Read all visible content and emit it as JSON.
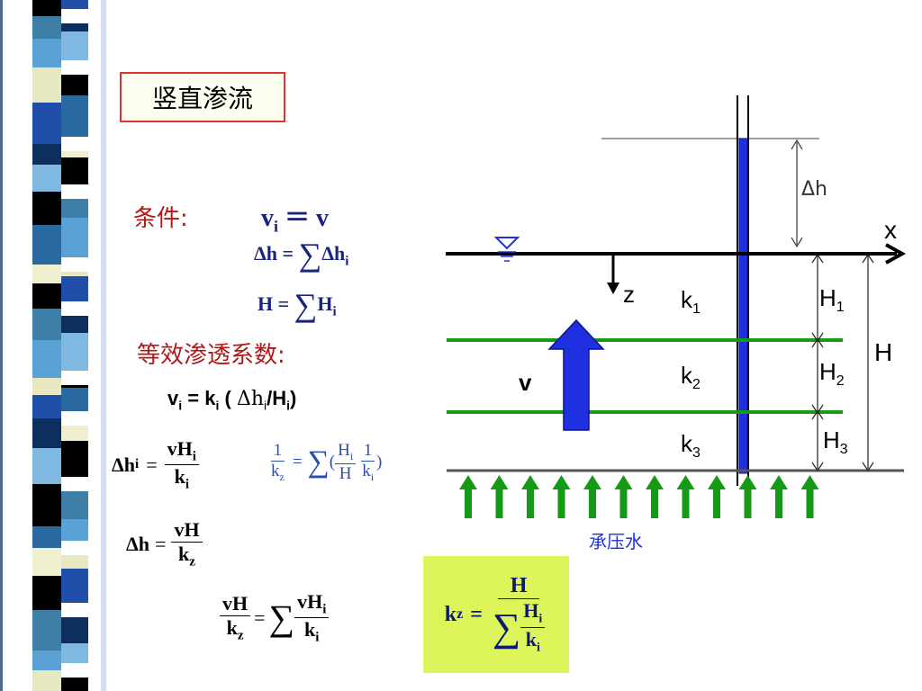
{
  "slide": {
    "title": "竖直渗流",
    "condition_label": "条件:",
    "equivalent_label": "等效渗透系数:",
    "formulas": {
      "f1_lhs": "v",
      "f1_sub": "i",
      "f1_rhs": "＝ v",
      "f2_lhs": "Δh",
      "f2_eq": "=",
      "f2_sum": "∑",
      "f2_rhs": "Δh",
      "f2_sub": "i",
      "f3_lhs": "H",
      "f3_eq": "=",
      "f3_sum": "∑",
      "f3_rhs": "H",
      "f3_sub": "i",
      "f4_v": "v",
      "f4_vsub": "i",
      "f4_eq": "= k",
      "f4_ksub": "i",
      "f4_paren": "(",
      "f4_dh": "Δh",
      "f4_dhsub": "i",
      "f4_slash": "/H",
      "f4_hsub": "i",
      "f4_close": ")",
      "f5_lhs": "Δh",
      "f5_lhs_sub": "i",
      "f5_eq": "=",
      "f5_num": "vH",
      "f5_num_sub": "i",
      "f5_den": "k",
      "f5_den_sub": "i",
      "f6_one": "1",
      "f6_kz": "k",
      "f6_kz_sub": "z",
      "f6_eq": "=",
      "f6_sum": "∑",
      "f6_open": "(",
      "f6_hi": "H",
      "f6_hi_sub": "i",
      "f6_h": "H",
      "f6_one2": "1",
      "f6_ki": "k",
      "f6_ki_sub": "i",
      "f6_close": ")",
      "f7_lhs": "Δh",
      "f7_eq": "=",
      "f7_num": "vH",
      "f7_den": "k",
      "f7_den_sub": "z",
      "f8_num": "vH",
      "f8_den": "k",
      "f8_den_sub": "z",
      "f8_eq": "=",
      "f8_sum": "∑",
      "f8_num2": "vH",
      "f8_num2_sub": "i",
      "f8_den2": "k",
      "f8_den2_sub": "i",
      "f9_lhs": "k",
      "f9_lhs_sub": "z",
      "f9_eq": "=",
      "f9_num": "H",
      "f9_sum": "∑",
      "f9_hi": "H",
      "f9_hi_sub": "i",
      "f9_ki": "k",
      "f9_ki_sub": "i"
    }
  },
  "diagram": {
    "dh_label": "Δh",
    "x_label": "x",
    "z_label": "z",
    "v_label": "v",
    "k_labels": [
      {
        "k": "k",
        "sub": "1"
      },
      {
        "k": "k",
        "sub": "2"
      },
      {
        "k": "k",
        "sub": "3"
      }
    ],
    "h_labels": [
      {
        "h": "H",
        "sub": "1"
      },
      {
        "h": "H",
        "sub": "2"
      },
      {
        "h": "H",
        "sub": "3"
      }
    ],
    "H_label": "H",
    "confined_label": "承压水"
  },
  "colors": {
    "accent_red": "#b01818",
    "layer_green": "#169a16",
    "flow_blue": "#1f30e0",
    "highlight_box": "#ddf55a"
  }
}
